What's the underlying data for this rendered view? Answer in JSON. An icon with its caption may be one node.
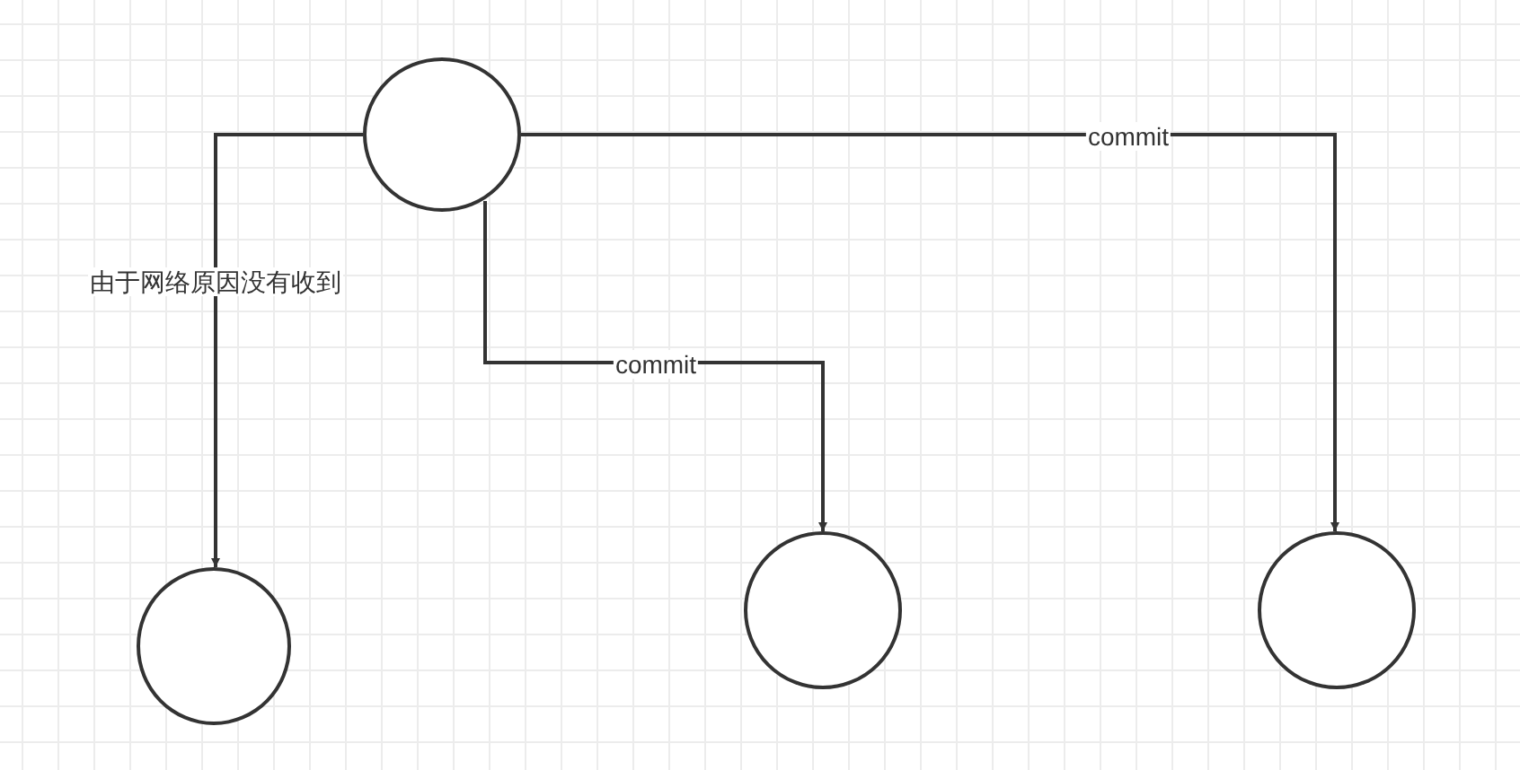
{
  "diagram": {
    "nodes": [
      {
        "text": [],
        "shape": "circle"
      },
      {
        "text": [],
        "shape": "circle"
      },
      {
        "text": [],
        "shape": "circle"
      },
      {
        "text": [],
        "shape": "circle"
      }
    ],
    "edges": [
      {
        "from": 0,
        "to": 1,
        "arrow": "to",
        "label": "由于网络原因没有收到"
      },
      {
        "from": 0,
        "to": 2,
        "arrow": "to",
        "label": "commit"
      },
      {
        "from": 0,
        "to": 3,
        "arrow": "to",
        "label": "commit"
      }
    ]
  }
}
